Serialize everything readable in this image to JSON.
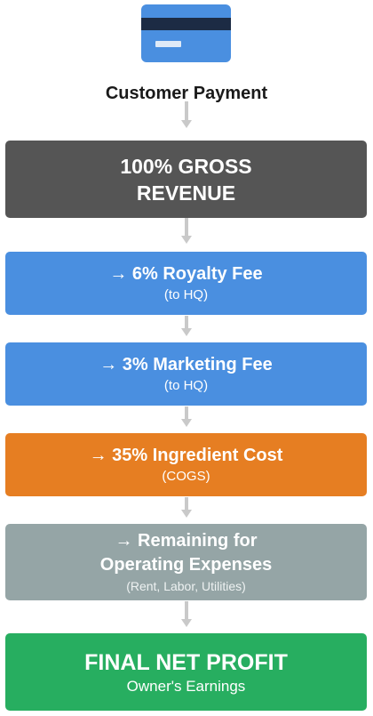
{
  "header": {
    "icon": "credit-card-icon",
    "label": "Customer Payment"
  },
  "flow": {
    "gross": {
      "line1": "100% GROSS",
      "line2": "REVENUE",
      "color": "#555555"
    },
    "royalty": {
      "title": "→ 6% Royalty Fee",
      "sub": "(to HQ)",
      "color": "#4a8fe0"
    },
    "marketing": {
      "title": "→ 3% Marketing Fee",
      "sub": "(to HQ)",
      "color": "#4a8fe0"
    },
    "ingredient": {
      "title": "→ 35% Ingredient Cost",
      "sub": "(COGS)",
      "color": "#e67e22"
    },
    "remaining": {
      "line1": "→ Remaining for",
      "line2": "Operating Expenses",
      "sub": "(Rent, Labor, Utilities)",
      "color": "#95a5a6"
    },
    "profit": {
      "title": "FINAL NET PROFIT",
      "sub": "Owner's Earnings",
      "color": "#27ae60"
    }
  }
}
